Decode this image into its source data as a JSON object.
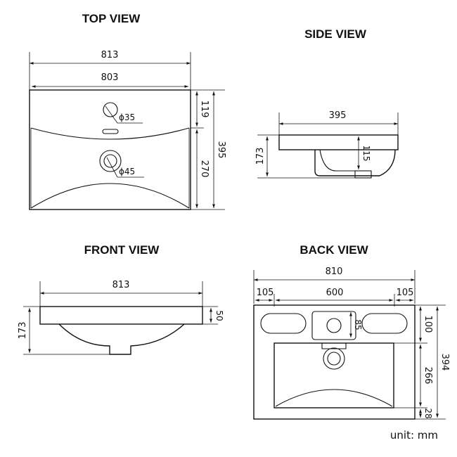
{
  "views": {
    "top": {
      "title": "TOP VIEW",
      "width_outer": "813",
      "width_inner": "803",
      "depth_front": "119",
      "depth_bowl": "270",
      "depth_total": "395",
      "tap_hole": "ϕ35",
      "drain_hole": "ϕ45"
    },
    "side": {
      "title": "SIDE VIEW",
      "depth": "395",
      "height": "173",
      "bowl_depth": "115"
    },
    "front": {
      "title": "FRONT VIEW",
      "width": "813",
      "height": "173",
      "rim": "50"
    },
    "back": {
      "title": "BACK VIEW",
      "width": "810",
      "left_offset": "105",
      "hole_spacing": "600",
      "right_offset": "105",
      "hole_height": "85",
      "top_section": "100",
      "middle_section": "266",
      "bottom_section": "28",
      "total_height": "394"
    }
  },
  "unit_label": "unit: mm"
}
